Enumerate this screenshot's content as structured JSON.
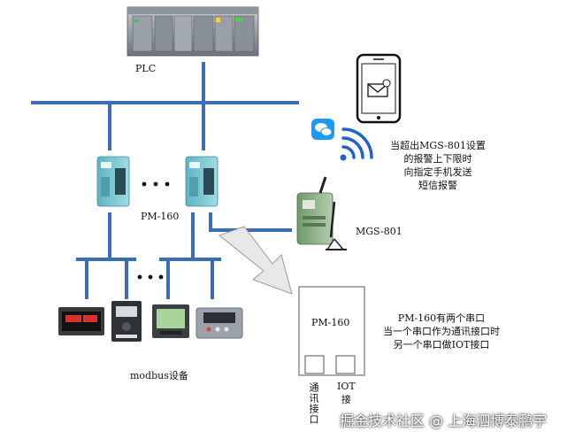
{
  "labels": {
    "plc": "PLC",
    "pm160_left": "PM-160",
    "mgs801": "MGS-801",
    "modbus": "modbus设备",
    "pm160_box": "PM-160",
    "comm_port": "通讯接口",
    "iot_port": "IOT接",
    "phone_note": [
      "当超出MGS-801设置",
      "的报警上下限时",
      "向指定手机发送",
      "短信报警"
    ],
    "pm_note": [
      "PM-160有两个串口",
      "当一个串口作为通讯接口时",
      "另一个串口做IOT接口"
    ],
    "watermark": "掘金技术社区 @ 上海泗博泰鹏宇"
  },
  "icons": {
    "dots_top": "ellipsis",
    "dots_bottom": "ellipsis"
  },
  "colors": {
    "bus": "#3a6db5",
    "gateway": "#78c6d2",
    "arrow": "#e8e8e8",
    "arrow_edge": "#9a9a9a"
  }
}
